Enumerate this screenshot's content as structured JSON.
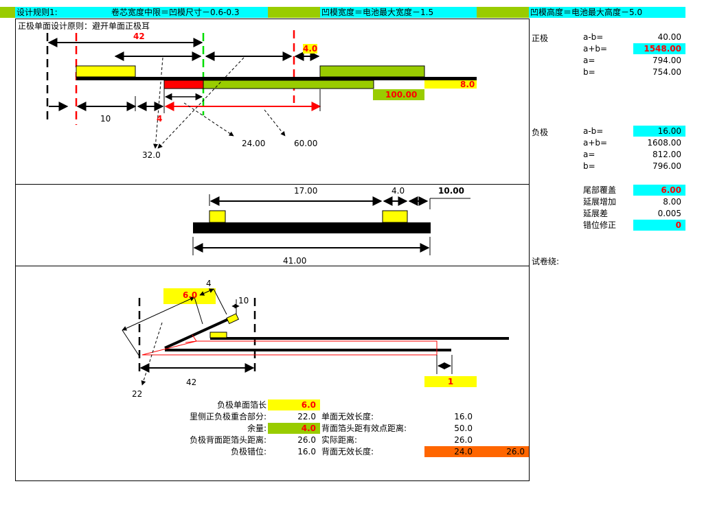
{
  "header": {
    "rule_label": "设计规则1:",
    "rule1": "卷芯宽度中限＝凹模尺寸－0.6-0.3",
    "rule2": "凹模宽度＝电池最大宽度－1.5",
    "rule3": "凹模高度＝电池最大高度－5.0"
  },
  "colors": {
    "cyan": "#00ffff",
    "green": "#99cc00",
    "yellow": "#ffff00",
    "red": "#ff0000",
    "orange": "#ff6600"
  },
  "diagram1": {
    "title": "正极单面设计原则：避开单面正极耳",
    "dim_42": "42",
    "dim_4_top": "4.0",
    "dim_8": "8.0",
    "dim_100": "100.00",
    "dim_10": "10",
    "dim_4_bottom": "4",
    "callout_32": "32.0",
    "callout_24": "24.00",
    "callout_60": "60.00"
  },
  "diagram2": {
    "dim_17": "17.00",
    "dim_4": "4.0",
    "dim_10": "10.00",
    "dim_41": "41.00"
  },
  "diagram3": {
    "dim_4": "4",
    "dim_6": "6.0",
    "dim_10": "10",
    "dim_42": "42",
    "dim_22": "22",
    "dim_1": "1",
    "table": {
      "r1_label": "负极单面箔长",
      "r1_value": "6.0",
      "r2_label": "里侧正负极重合部分:",
      "r2_value": "22.0",
      "r2_label2": "单面无效长度:",
      "r2_value2": "16.0",
      "r3_label": "余量:",
      "r3_value": "4.0",
      "r3_label2": "背面箔头距有效点距离:",
      "r3_value2": "50.0",
      "r4_label": "负极背面距箔头距离:",
      "r4_value": "26.0",
      "r4_label2": "实际距离:",
      "r4_value2": "26.0",
      "r5_label": "负极错位:",
      "r5_value": "16.0",
      "r5_label2": "背面无效长度:",
      "r5_value2": "24.0",
      "r5_value3": "26.0"
    }
  },
  "side": {
    "positive_label": "正极",
    "positive": [
      {
        "k": "a-b=",
        "v": "40.00"
      },
      {
        "k": "a+b=",
        "v": "1548.00"
      },
      {
        "k": "a=",
        "v": "794.00"
      },
      {
        "k": "b=",
        "v": "754.00"
      }
    ],
    "negative_label": "负极",
    "negative": [
      {
        "k": "a-b=",
        "v": "16.00"
      },
      {
        "k": "a+b=",
        "v": "1608.00"
      },
      {
        "k": "a=",
        "v": "812.00"
      },
      {
        "k": "b=",
        "v": "796.00"
      }
    ],
    "extra": [
      {
        "k": "尾部覆盖",
        "v": "6.00"
      },
      {
        "k": "延展增加",
        "v": "8.00"
      },
      {
        "k": "延展差",
        "v": "0.005"
      },
      {
        "k": "错位修正",
        "v": "0"
      }
    ],
    "trial_label": "试卷绕:"
  }
}
